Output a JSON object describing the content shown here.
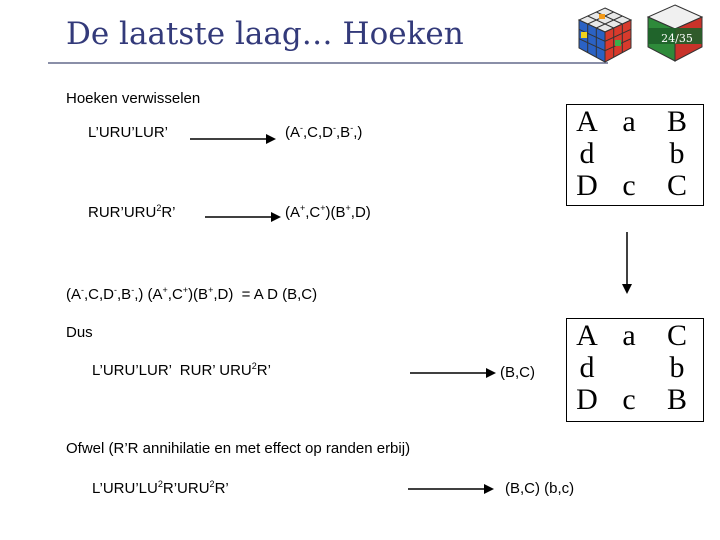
{
  "header": {
    "title": "De laatste laag… Hoeken",
    "page_number": "24/35"
  },
  "section_heading": "Hoeken verwisselen",
  "algorithms": {
    "alg1": {
      "name": "L’URU’LUR’",
      "effect": "(A-,C,D-,B-,)"
    },
    "alg2": {
      "name": "RUR’URU2R’",
      "effect": "(A+,C+)(B+,D)"
    },
    "combined": "(A-,C,D-,B-,) (A+,C+)(B+,D) = A D (B,C)"
  },
  "dus": {
    "label": "Dus",
    "algorithm": "L’URU’LUR’ RUR’ URU2R’",
    "result": "(B,C)"
  },
  "ofwel": {
    "label": "Ofwel (R’R annihilatie en met effect op randen erbij)",
    "algorithm": "L’URU’LU2R’URU2R’",
    "result": "(B,C) (b,c)"
  },
  "grid_top": {
    "rows": [
      [
        "A",
        "a",
        "B"
      ],
      [
        "d",
        "",
        "b"
      ],
      [
        "D",
        "c",
        "C"
      ]
    ]
  },
  "grid_bottom": {
    "rows": [
      [
        "A",
        "a",
        "C"
      ],
      [
        "d",
        "",
        "b"
      ],
      [
        "D",
        "c",
        "B"
      ]
    ]
  },
  "colors": {
    "title": "#333a7a",
    "rule": "#8a8fa8",
    "badge": "#2e8a3a"
  }
}
